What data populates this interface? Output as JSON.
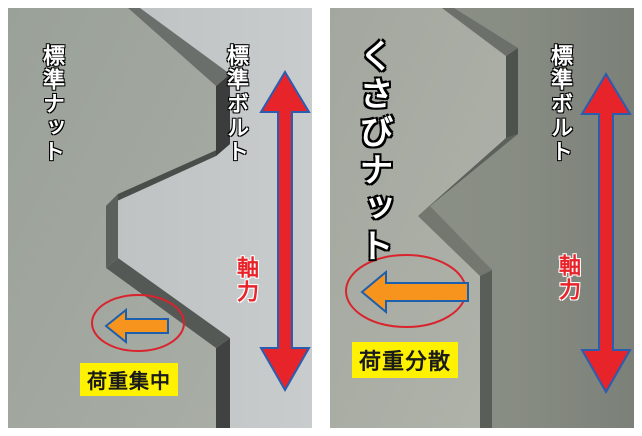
{
  "left_panel": {
    "nut_label": "標準ナット",
    "bolt_label": "標準ボルト",
    "axial_label": "軸力",
    "load_label": "荷重集中"
  },
  "right_panel": {
    "nut_label": "くさびナット",
    "bolt_label": "標準ボルト",
    "axial_label": "軸力",
    "load_label": "荷重分散"
  },
  "colors": {
    "axial_arrow": "#e8242b",
    "axial_arrow_outline": "#2a5db0",
    "load_arrow": "#f7941d",
    "load_arrow_outline": "#1b5fae",
    "highlight_ellipse": "#d9232d",
    "label_badge": "#fff200"
  },
  "icons": {
    "axial": "double-vertical-arrow",
    "load": "left-arrow"
  }
}
